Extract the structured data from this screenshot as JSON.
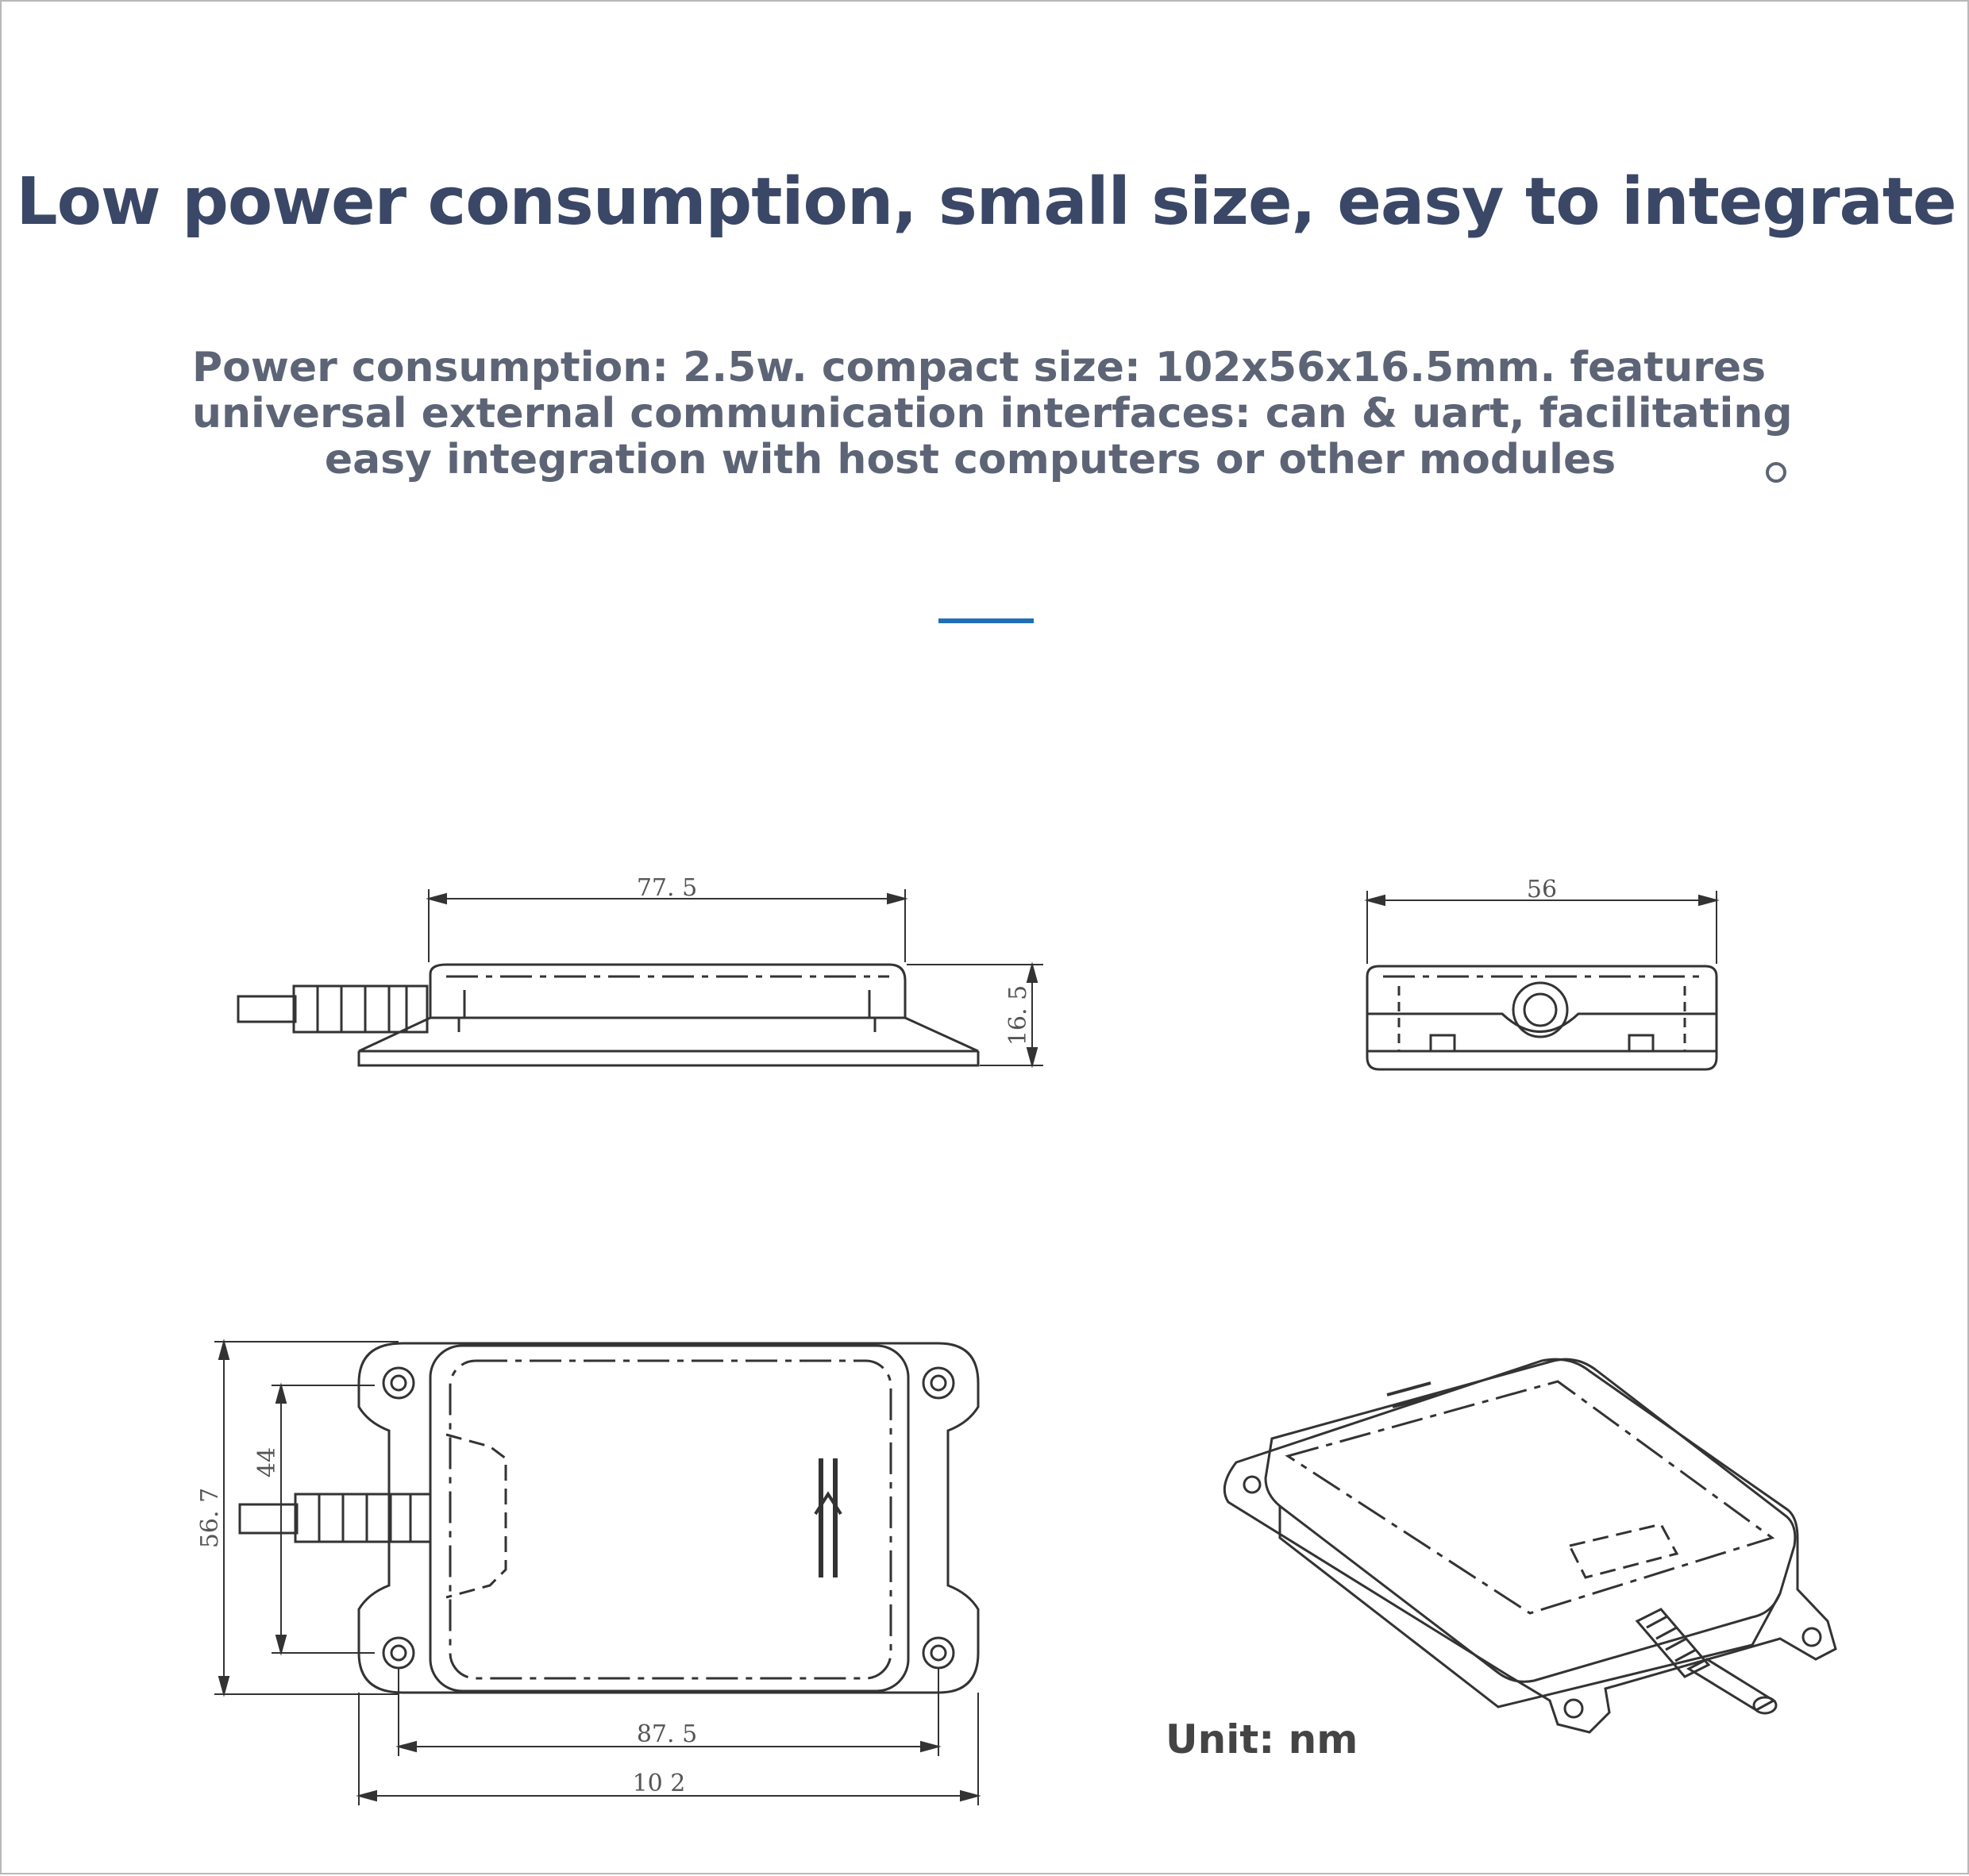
{
  "header": {
    "title": "Low power consumption, small size, easy to integrate"
  },
  "description": {
    "lines": [
      "Power consumption: 2.5w. compact size: 102x56x16.5mm. features",
      "universal external communication interfaces: can & uart, facilitating",
      "easy integration with host computers or other modules"
    ]
  },
  "drawing": {
    "side_view_length": "77. 5",
    "side_view_height": "16. 5",
    "end_view_width": "56",
    "top_view_height_outer": "56. 7",
    "top_view_height_inner": "44",
    "top_view_hole_spacing": "87. 5",
    "top_view_length": "10 2",
    "unit_label": "Unit: nm"
  },
  "colors": {
    "title": "#3a4766",
    "description": "#5d6476",
    "accent": "#1f6fb8",
    "drawing_line": "#333333"
  }
}
